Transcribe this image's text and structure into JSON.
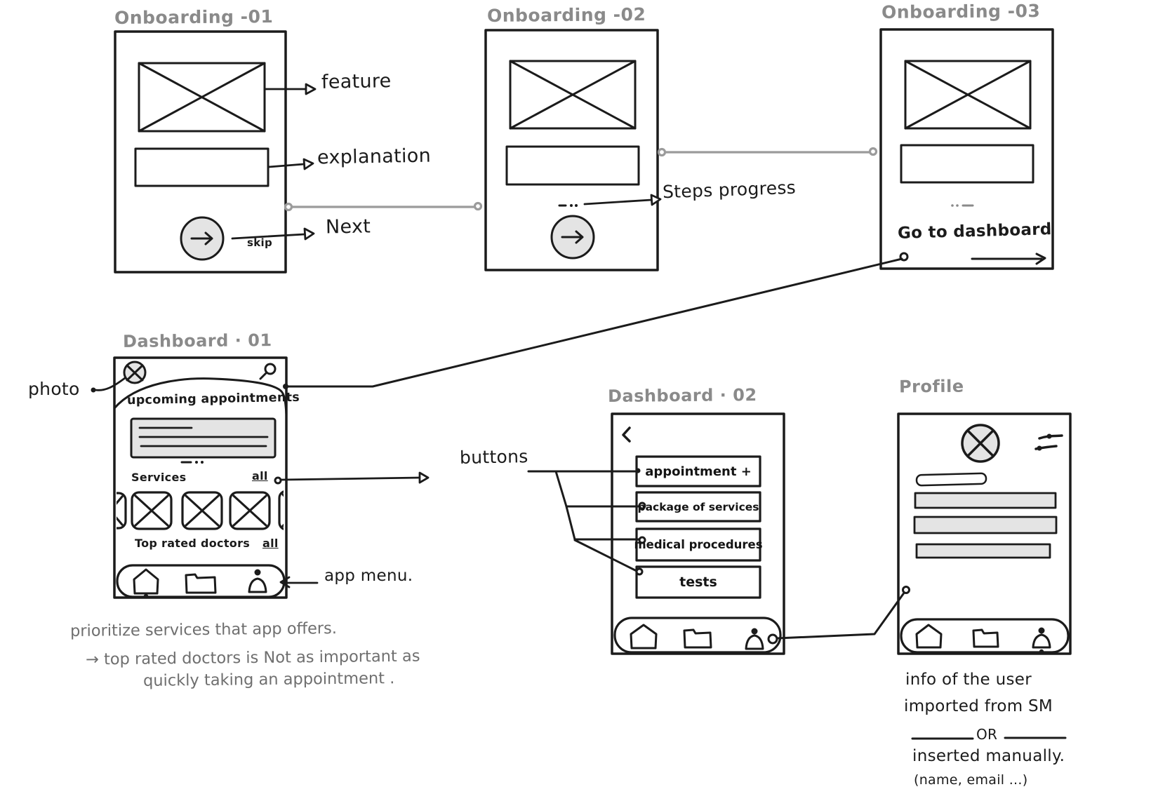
{
  "titles": {
    "onboarding1": "Onboarding -01",
    "onboarding2": "Onboarding -02",
    "onboarding3": "Onboarding -03",
    "dashboard1": "Dashboard · 01",
    "dashboard2": "Dashboard · 02",
    "profile": "Profile"
  },
  "onboarding": {
    "skip_label": "skip",
    "go_to_dashboard_label": "Go to dashboard"
  },
  "dashboard1": {
    "upcoming_header": "upcoming appointments",
    "services_label": "Services",
    "services_all_link": "all",
    "top_rated_label": "Top rated doctors",
    "top_rated_all_link": "all"
  },
  "dashboard2": {
    "buttons": [
      "appointment +",
      "package of services",
      "medical procedures",
      "tests"
    ]
  },
  "annotations": {
    "photo": "photo",
    "feature": "feature",
    "explanation": "explanation",
    "next": "Next",
    "steps_progress": "Steps progress",
    "buttons": "buttons",
    "app_menu": "app menu.",
    "note_line1": "prioritize services that app offers.",
    "note_line2": "→ top rated doctors is Not as important as",
    "note_line3": "quickly taking an appointment .",
    "profile_line1": "info of the user",
    "profile_line2": "imported from SM",
    "profile_or": "OR",
    "profile_line3": "inserted manually.",
    "profile_line4": "(name, email ...)"
  },
  "colors": {
    "ink": "#1b1b1b",
    "title_gray": "#8a8a8a",
    "note_gray": "#6f6f6f",
    "connector_gray": "#9b9b9b",
    "fill_gray": "#e4e4e4"
  }
}
